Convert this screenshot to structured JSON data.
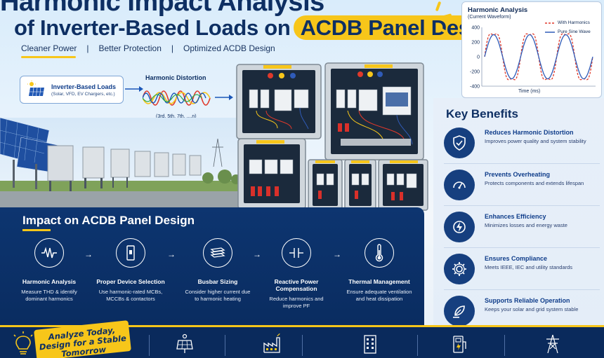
{
  "title": {
    "line1": "Harmonic Impact Analysis",
    "line2_prefix": "of Inverter-Based Loads on",
    "line2_highlight": "ACDB Panel Design"
  },
  "tagline": {
    "items": [
      "Cleaner Power",
      "Better Protection",
      "Optimized ACDB Design"
    ],
    "separator": "|"
  },
  "inverter": {
    "title": "Inverter-Based Loads",
    "subtitle": "(Solar, VFD, EV Chargers, etc.)"
  },
  "harmonic_distortion": {
    "title": "Harmonic Distortion",
    "orders": "(3rd, 5th, 7th, ....n)"
  },
  "chart_data": {
    "type": "line",
    "title": "Harmonic Analysis",
    "subtitle": "(Current Waveform)",
    "xlabel": "Time (ms)",
    "ylabel": "",
    "ylim": [
      -400,
      400
    ],
    "yticks": [
      "400",
      "200",
      "0",
      "-200",
      "-400"
    ],
    "grid": false,
    "legend_position": "top-right",
    "series": [
      {
        "name": "With Harmonics",
        "color": "#e0392b",
        "dashed": true,
        "amplitude": 360,
        "harmonic3": 60
      },
      {
        "name": "Pure Sine Wave",
        "color": "#2f5bb8",
        "dashed": false,
        "amplitude": 300,
        "harmonic3": 0
      }
    ]
  },
  "benefits": {
    "title": "Key Benefits",
    "items": [
      {
        "icon": "shield-check-icon",
        "title": "Reduces Harmonic Distortion",
        "desc": "Improves power quality and system stability"
      },
      {
        "icon": "gauge-icon",
        "title": "Prevents Overheating",
        "desc": "Protects components and extends lifespan"
      },
      {
        "icon": "energy-efficiency-icon",
        "title": "Enhances Efficiency",
        "desc": "Minimizes losses and energy waste"
      },
      {
        "icon": "gear-icon",
        "title": "Ensures Compliance",
        "desc": "Meets IEEE, IEC and utility standards"
      },
      {
        "icon": "leaf-hand-icon",
        "title": "Supports Reliable Operation",
        "desc": "Keeps your solar and grid system stable"
      }
    ]
  },
  "impact": {
    "title": "Impact on ACDB Panel Design",
    "steps": [
      {
        "icon": "waveform-icon",
        "title": "Harmonic Analysis",
        "desc": "Measure THD & identify dominant harmonics"
      },
      {
        "icon": "breaker-icon",
        "title": "Proper Device Selection",
        "desc": "Use harmonic-rated MCBs, MCCBs & contactors"
      },
      {
        "icon": "busbar-icon",
        "title": "Busbar Sizing",
        "desc": "Consider higher current due to harmonic heating"
      },
      {
        "icon": "capacitor-icon",
        "title": "Reactive Power Compensation",
        "desc": "Reduce harmonics and improve PF"
      },
      {
        "icon": "thermometer-icon",
        "title": "Thermal Management",
        "desc": "Ensure adequate ventilation and heat dissipation"
      }
    ]
  },
  "footer": {
    "cta": "Analyze Today, Design for a Stable Tomorrow",
    "icons": [
      "solar-panel-icon",
      "factory-icon",
      "building-icon",
      "ev-charger-icon",
      "transmission-tower-icon"
    ]
  },
  "colors": {
    "navy": "#0e2f63",
    "accent_yellow": "#f7c61a",
    "panel_blue": "#163f7f"
  }
}
